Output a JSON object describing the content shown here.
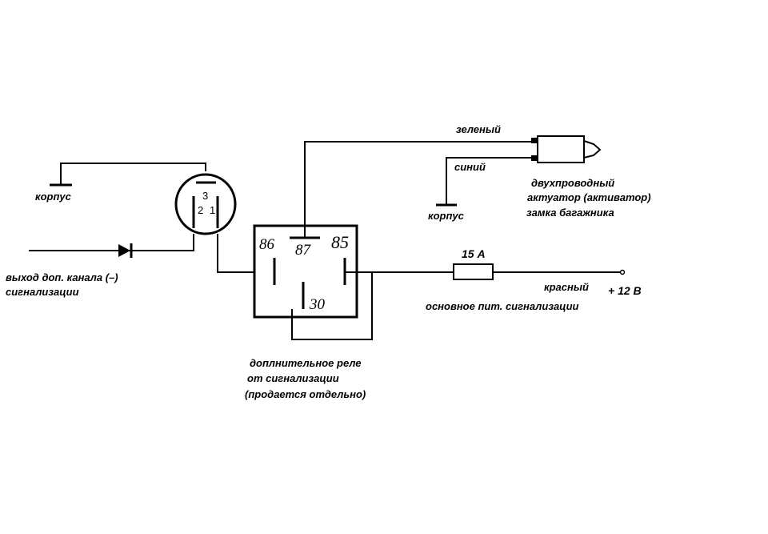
{
  "labels": {
    "ground_left": "корпус",
    "ground_right": "корпус",
    "output_line1": "выход доп. канала (–)",
    "output_line2": "сигнализации",
    "green": "зеленый",
    "blue": "синий",
    "actuator_line1": "двухпроводный",
    "actuator_line2": "актуатор (активатор)",
    "actuator_line3": "замка багажника",
    "fuse": "15 А",
    "red": "красный",
    "plus12": "+ 12 В",
    "main_power": "основное пит. сигнализации",
    "relay_line1": "доплнительное реле",
    "relay_line2": "от сигнализации",
    "relay_line3": "(продается отдельно)"
  },
  "connector": {
    "pin3": "3",
    "pin2": "2",
    "pin1": "1"
  },
  "relay_pins": {
    "p86": "86",
    "p87": "87",
    "p85": "85",
    "p30": "30"
  }
}
